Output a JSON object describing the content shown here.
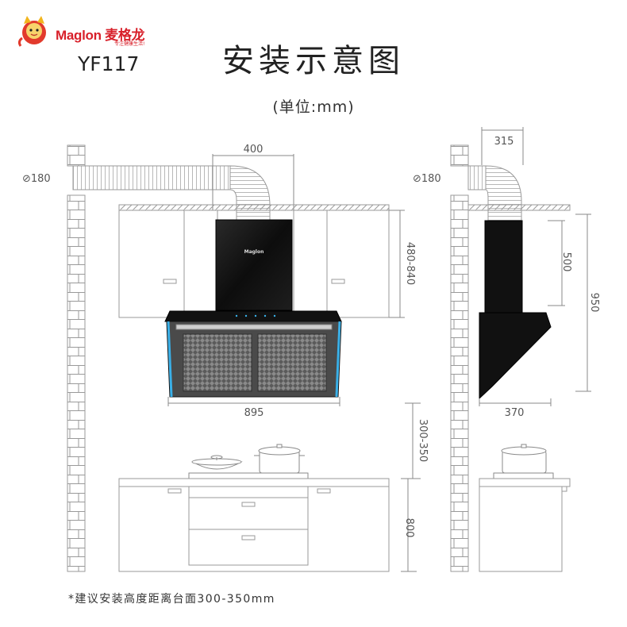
{
  "brand": {
    "name": "Maglon",
    "cn_name": "麦格龙",
    "slogan": "专注健康生活!"
  },
  "model": "YF117",
  "title": "安装示意图",
  "unit": "(单位:mm)",
  "front_view": {
    "duct_diameter": "⊘180",
    "hood_top_width": "400",
    "hood_width": "895",
    "cabinet_height_range": "480-840",
    "hob_clearance": "300-350",
    "counter_height": "800",
    "panel_brand": "Maglon"
  },
  "side_view": {
    "duct_diameter": "⊘180",
    "depth_top": "315",
    "chimney_height": "500",
    "total_height": "950",
    "hood_depth": "370"
  },
  "note": "*建议安装高度距离台面300-350mm",
  "colors": {
    "brand_red": "#d8202a",
    "line_gray": "#9a9a9a",
    "hood_black": "#111111",
    "led_blue": "#3ab0e8"
  }
}
